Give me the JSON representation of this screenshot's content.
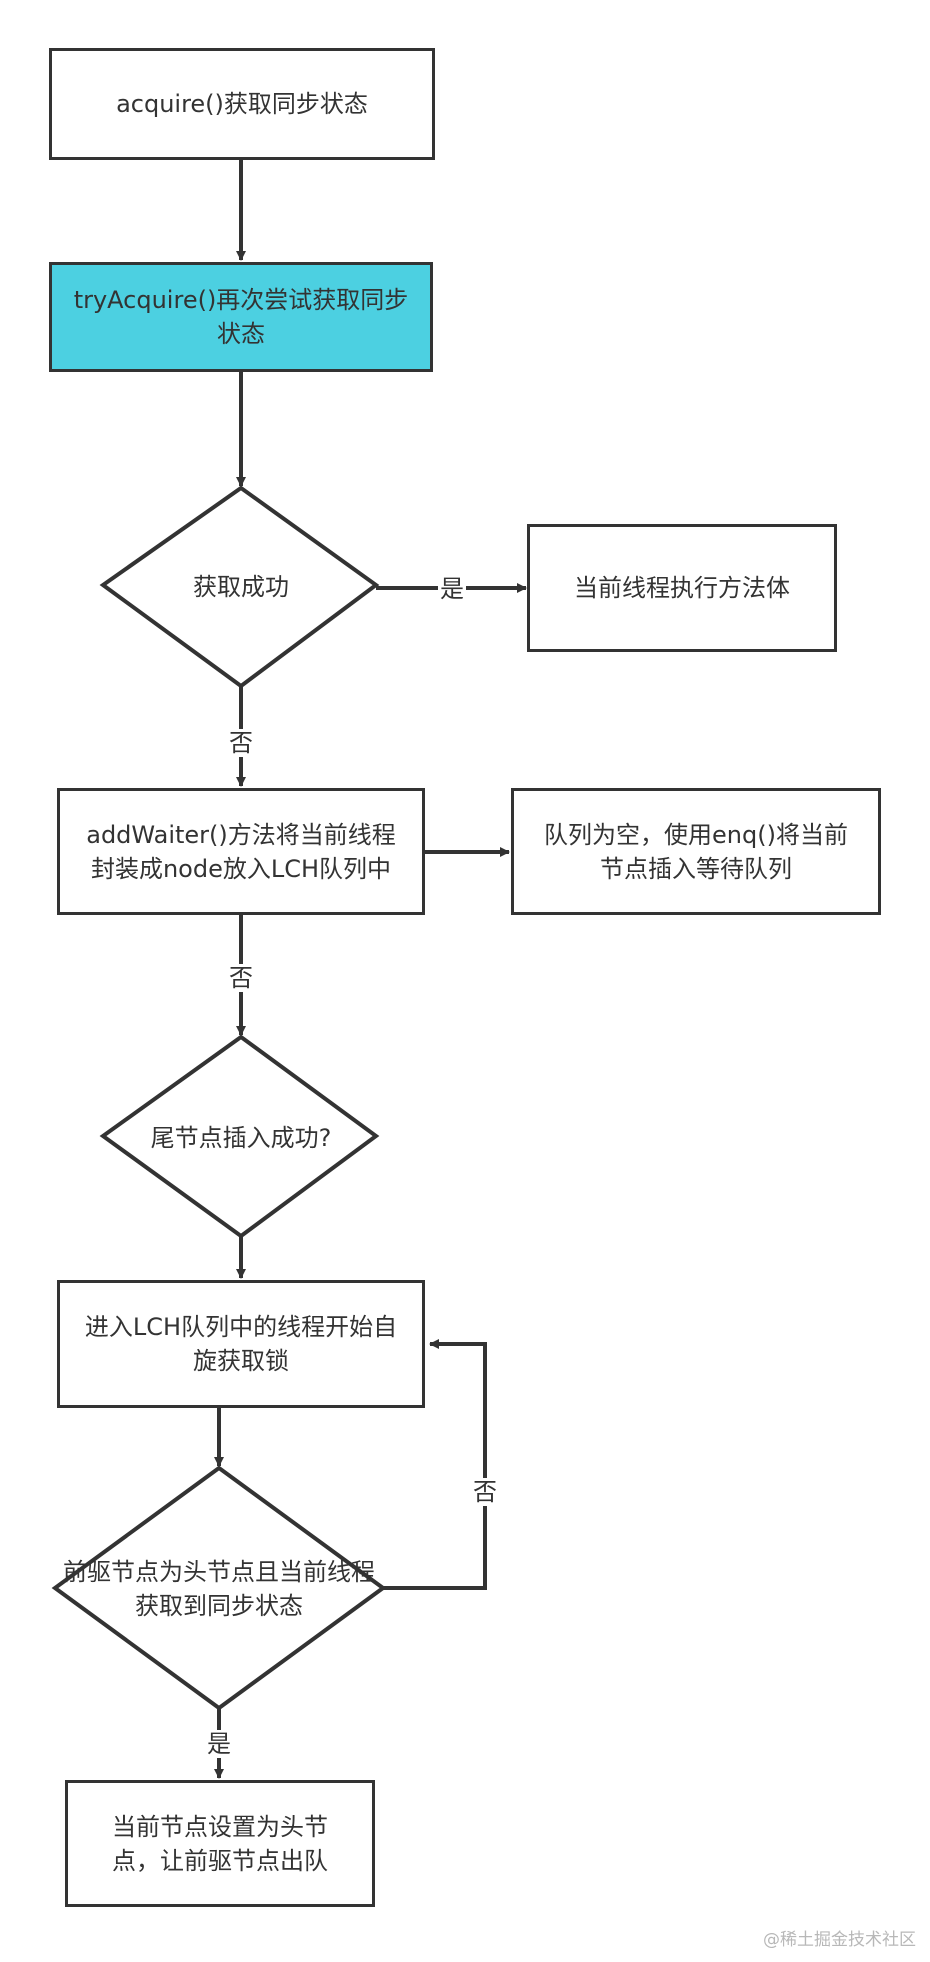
{
  "nodes": {
    "acquire": "acquire()获取同步状态",
    "try_acquire": "tryAcquire()再次尝试获取同步状态",
    "decision_success": "获取成功",
    "execute_body": "当前线程执行方法体",
    "add_waiter": "addWaiter()方法将当前线程封装成node放入LCH队列中",
    "enq": "队列为空，使用enq()将当前节点插入等待队列",
    "decision_tail": "尾节点插入成功?",
    "spin": "进入LCH队列中的线程开始自旋获取锁",
    "decision_head": "前驱节点为头节点且当前线程获取到同步状态",
    "set_head": "当前节点设置为头节点，让前驱节点出队"
  },
  "edge_labels": {
    "yes_1": "是",
    "no_1": "否",
    "no_2": "否",
    "no_3": "否",
    "yes_2": "是"
  },
  "colors": {
    "stroke": "#333333",
    "highlight": "#4cd0e1"
  },
  "watermark": "@稀土掘金技术社区"
}
